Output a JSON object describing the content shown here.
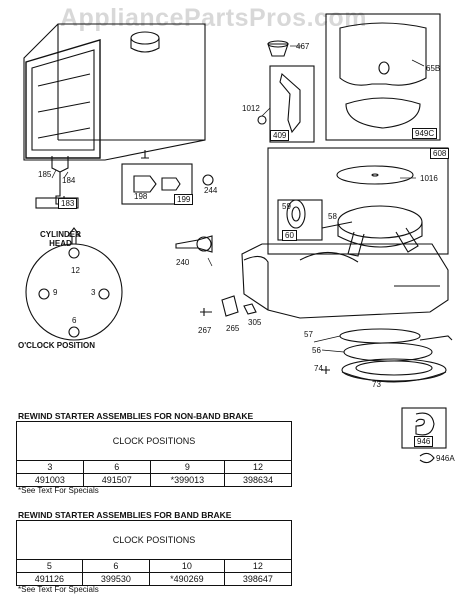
{
  "watermark": "AppliancePartsPros.com",
  "labels": {
    "p185": "185",
    "p184": "184",
    "p183": "183",
    "p467": "467",
    "p1012": "1012",
    "p409": "409",
    "p65b": "65B",
    "p949c": "949C",
    "p198": "198",
    "p199": "199",
    "p244": "244",
    "p608": "608",
    "p1016": "1016",
    "p59": "59",
    "p58": "58",
    "p60": "60",
    "p240": "240",
    "p267": "267",
    "p265": "265",
    "p305": "305",
    "p57": "57",
    "p56": "56",
    "p74": "74",
    "p73": "73",
    "p946": "946",
    "p946a": "946A"
  },
  "cylinder_head": [
    "CYLINDER",
    "HEAD"
  ],
  "clock": {
    "n12": "12",
    "n9": "9",
    "n3": "3",
    "n6": "6",
    "caption": "O'CLOCK POSITION"
  },
  "table1": {
    "title": "REWIND STARTER ASSEMBLIES FOR NON-BAND BRAKE",
    "header": "CLOCK POSITIONS",
    "positions": [
      "3",
      "6",
      "9",
      "12"
    ],
    "parts": [
      "491003",
      "491507",
      "*399013",
      "398634"
    ],
    "note": "*See Text For Specials"
  },
  "table2": {
    "title": "REWIND STARTER ASSEMBLIES FOR BAND BRAKE",
    "header": "CLOCK POSITIONS",
    "positions": [
      "5",
      "6",
      "10",
      "12"
    ],
    "parts": [
      "491126",
      "399530",
      "*490269",
      "398647"
    ],
    "note": "*See Text For Specials"
  }
}
